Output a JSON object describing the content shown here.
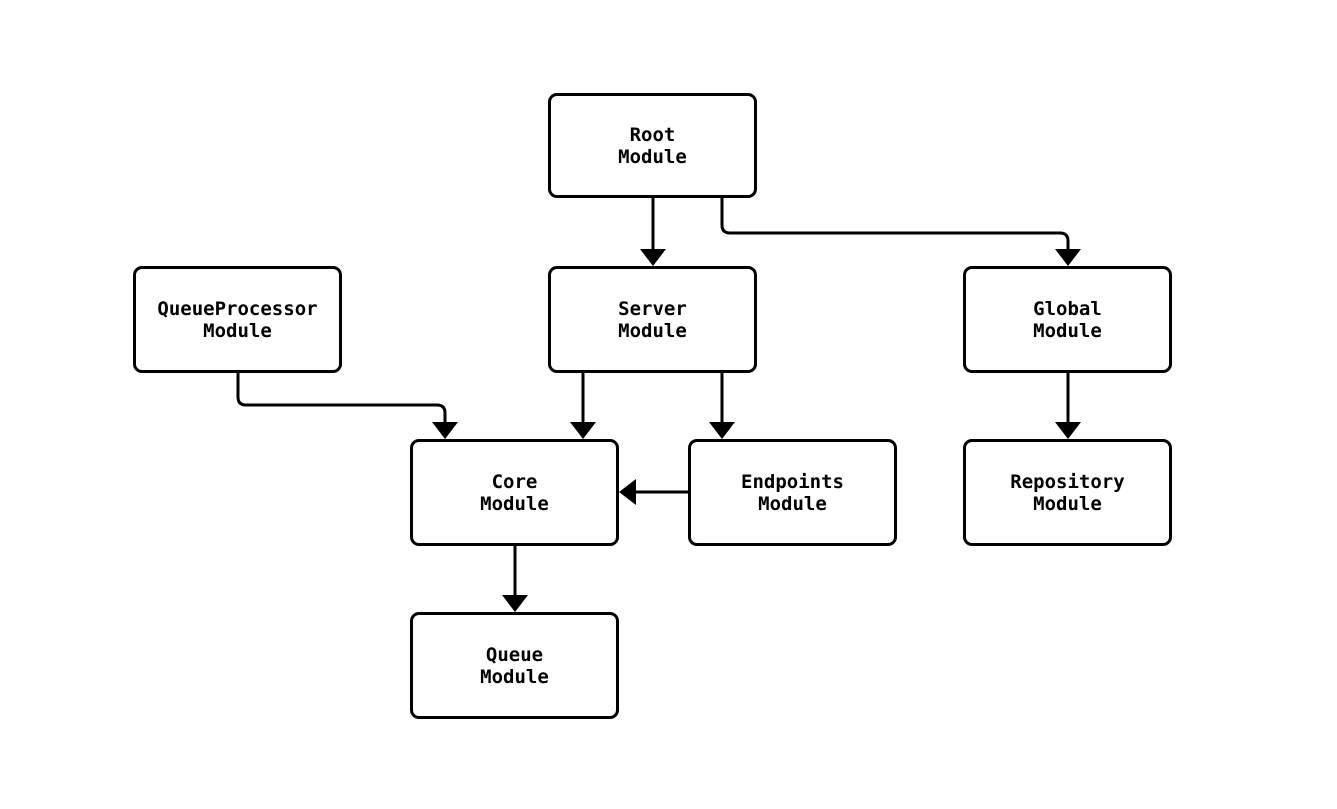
{
  "diagram": {
    "type": "module-dependency-flowchart",
    "background_color": "#ffffff",
    "node_fill_color": "#ffffff",
    "node_border_color": "#000000",
    "edge_color": "#000000",
    "text_color": "#000000",
    "nodes": [
      {
        "id": "root",
        "line1": "Root",
        "line2": "Module"
      },
      {
        "id": "queueprocessor",
        "line1": "QueueProcessor",
        "line2": "Module"
      },
      {
        "id": "server",
        "line1": "Server",
        "line2": "Module"
      },
      {
        "id": "global",
        "line1": "Global",
        "line2": "Module"
      },
      {
        "id": "core",
        "line1": "Core",
        "line2": "Module"
      },
      {
        "id": "endpoints",
        "line1": "Endpoints",
        "line2": "Module"
      },
      {
        "id": "repository",
        "line1": "Repository",
        "line2": "Module"
      },
      {
        "id": "queue",
        "line1": "Queue",
        "line2": "Module"
      }
    ],
    "edges": [
      {
        "from": "root",
        "to": "server"
      },
      {
        "from": "root",
        "to": "global"
      },
      {
        "from": "queueprocessor",
        "to": "core"
      },
      {
        "from": "server",
        "to": "core"
      },
      {
        "from": "server",
        "to": "endpoints"
      },
      {
        "from": "endpoints",
        "to": "core"
      },
      {
        "from": "core",
        "to": "queue"
      },
      {
        "from": "global",
        "to": "repository"
      }
    ]
  }
}
